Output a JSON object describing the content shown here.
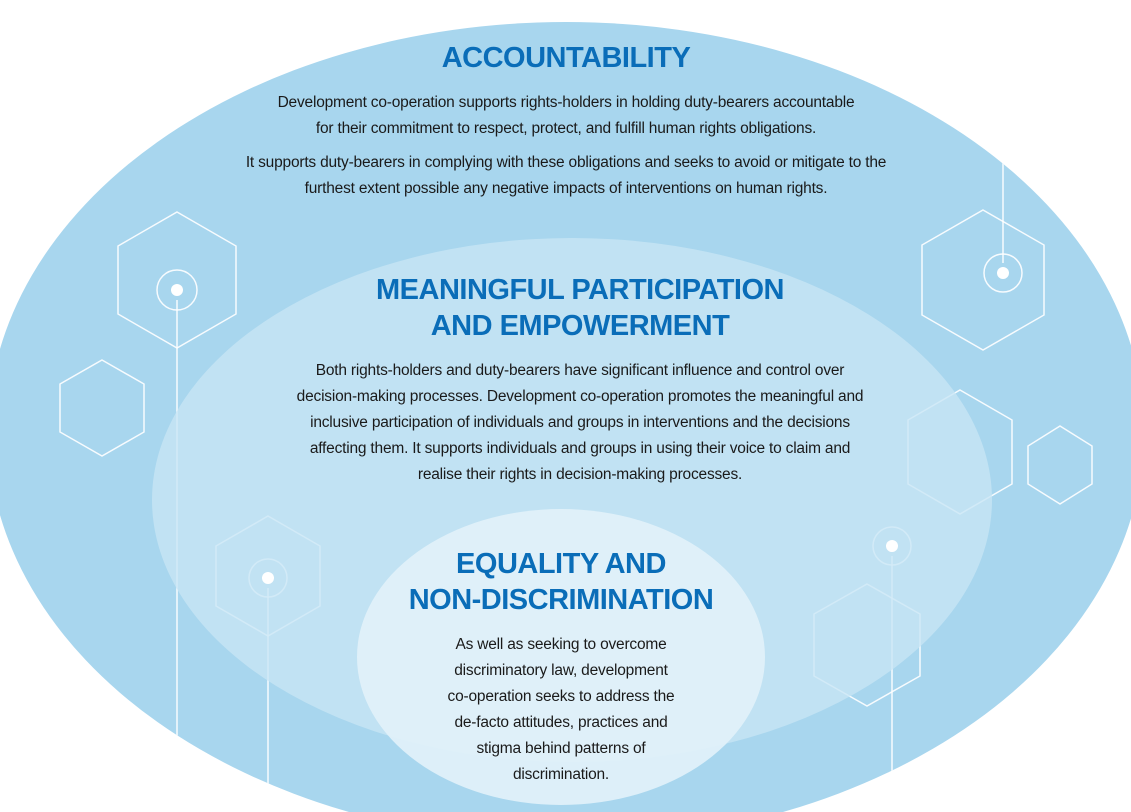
{
  "colors": {
    "outer_ellipse": "#a8d6ee",
    "middle_ellipse": "#c8e6f5",
    "inner_ellipse": "#e2f2f9",
    "heading": "#0a6db8",
    "body_text": "#1a1a1a",
    "decoration": "#ffffff"
  },
  "accountability": {
    "title": "ACCOUNTABILITY",
    "paragraph1": [
      "Development co-operation supports rights-holders in holding duty-bearers accountable",
      "for their commitment to respect, protect, and fulfill human rights obligations."
    ],
    "paragraph2": [
      "It supports duty-bearers in complying with these obligations and seeks to avoid or mitigate to the",
      "furthest extent possible any negative impacts of interventions on human rights."
    ]
  },
  "participation": {
    "title_lines": [
      "MEANINGFUL PARTICIPATION",
      "AND EMPOWERMENT"
    ],
    "paragraph": [
      "Both rights-holders and duty-bearers have significant influence and control over",
      "decision-making processes. Development co-operation promotes the meaningful and",
      "inclusive participation of individuals and groups in interventions and the decisions",
      "affecting them. It supports individuals and groups in using their voice to claim and",
      "realise their rights in decision-making processes."
    ]
  },
  "equality": {
    "title_lines": [
      "EQUALITY AND",
      "NON-DISCRIMINATION"
    ],
    "paragraph": [
      "As well as seeking to overcome",
      "discriminatory law, development",
      "co-operation seeks to address the",
      "de-facto attitudes, practices and",
      "stigma behind patterns of",
      "discrimination."
    ]
  }
}
